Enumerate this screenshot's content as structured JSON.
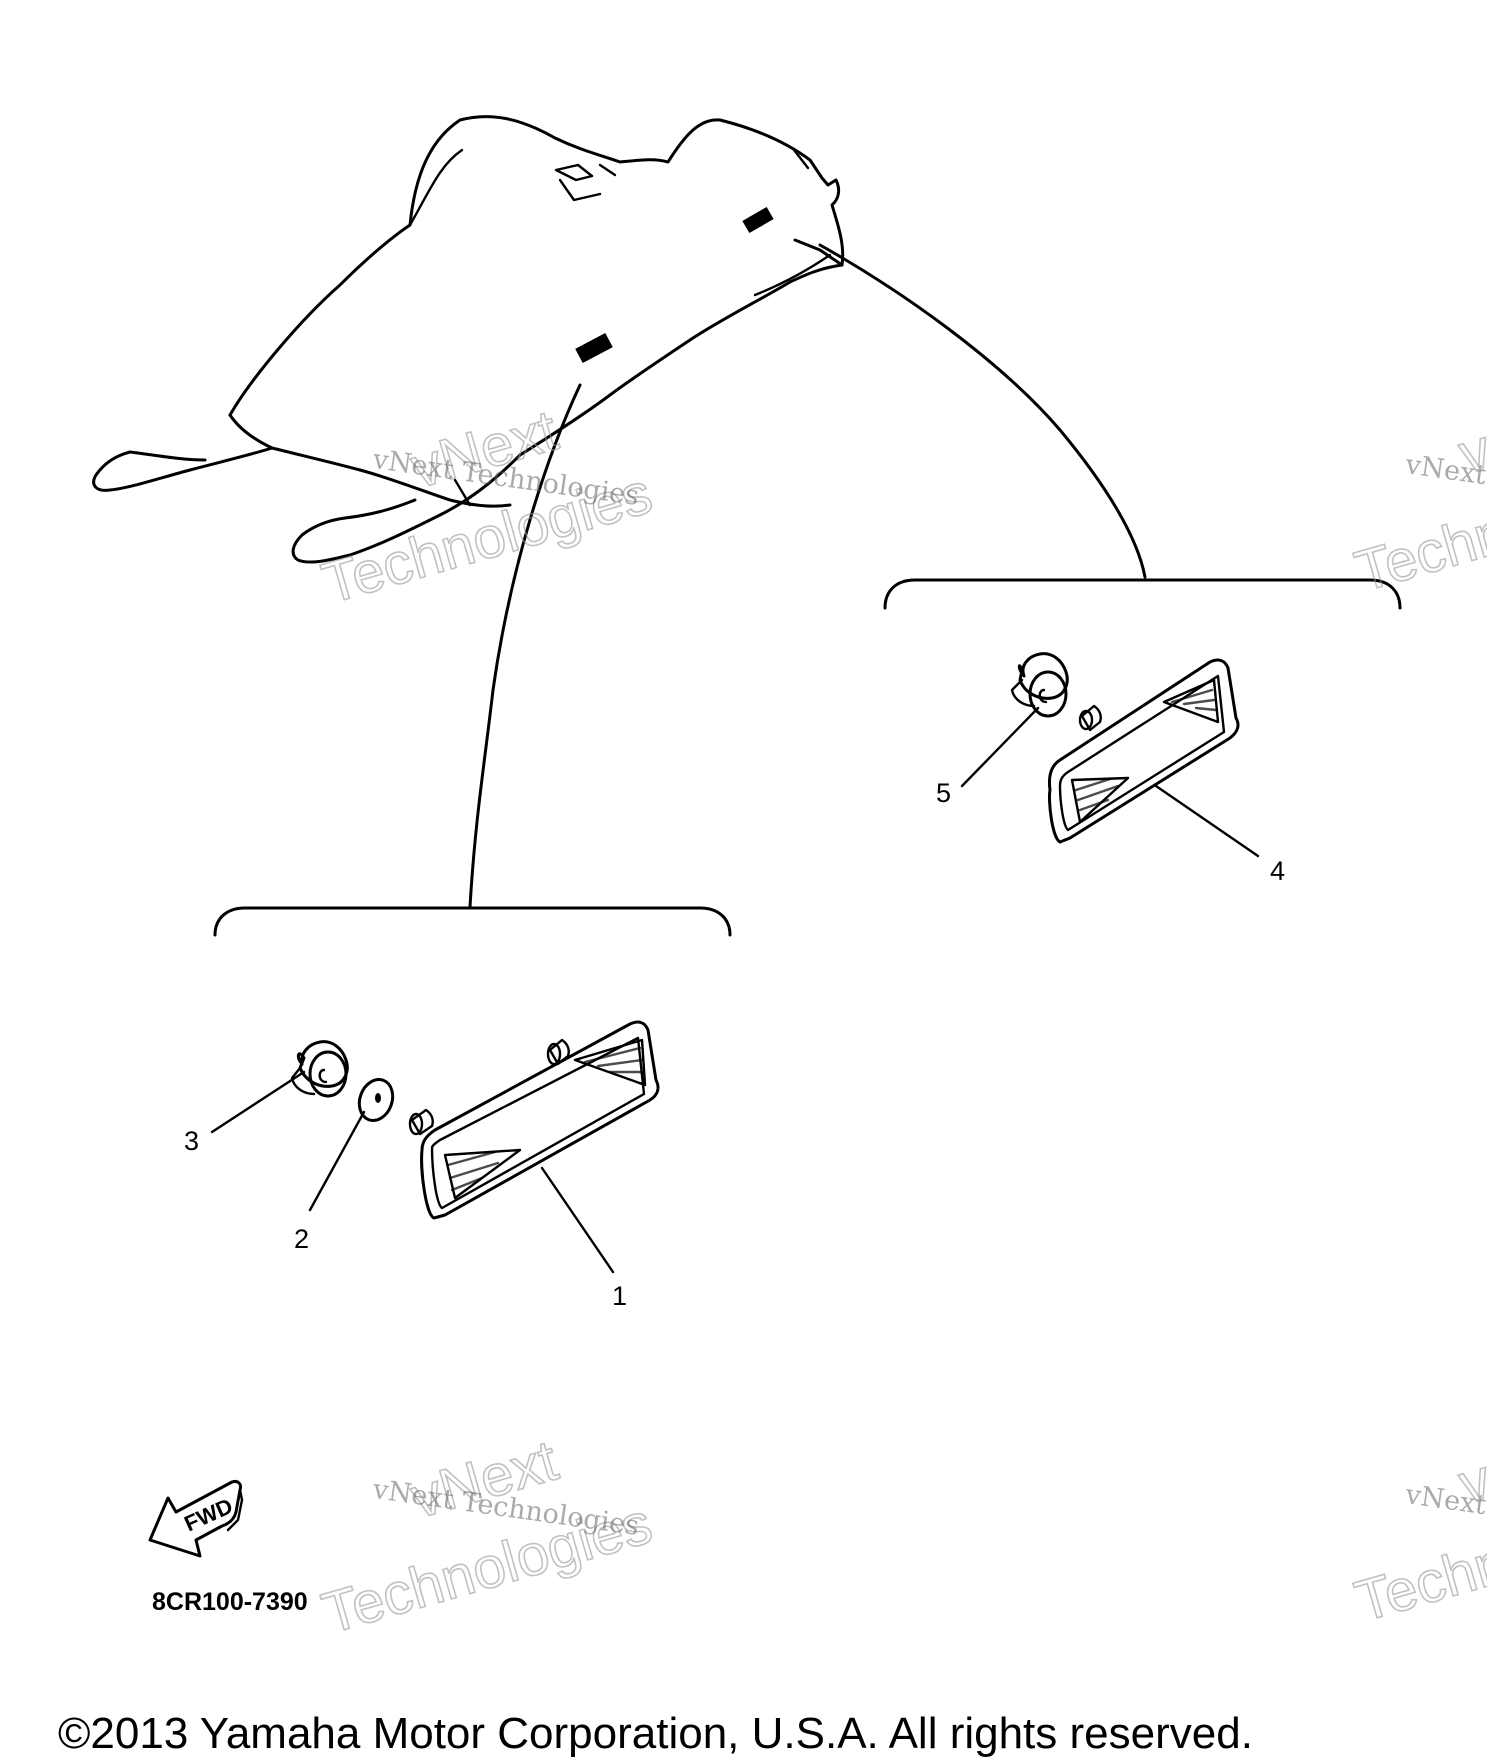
{
  "diagram": {
    "callouts": [
      "1",
      "2",
      "3",
      "4",
      "5"
    ],
    "part_code": "8CR100-7390",
    "fwd_label": "FWD",
    "copyright": "©2013 Yamaha Motor Corporation, U.S.A. All rights reserved.",
    "watermark": {
      "line1": "vNext Technologies",
      "line2a": "vNext",
      "line2b": "Technologies"
    }
  }
}
